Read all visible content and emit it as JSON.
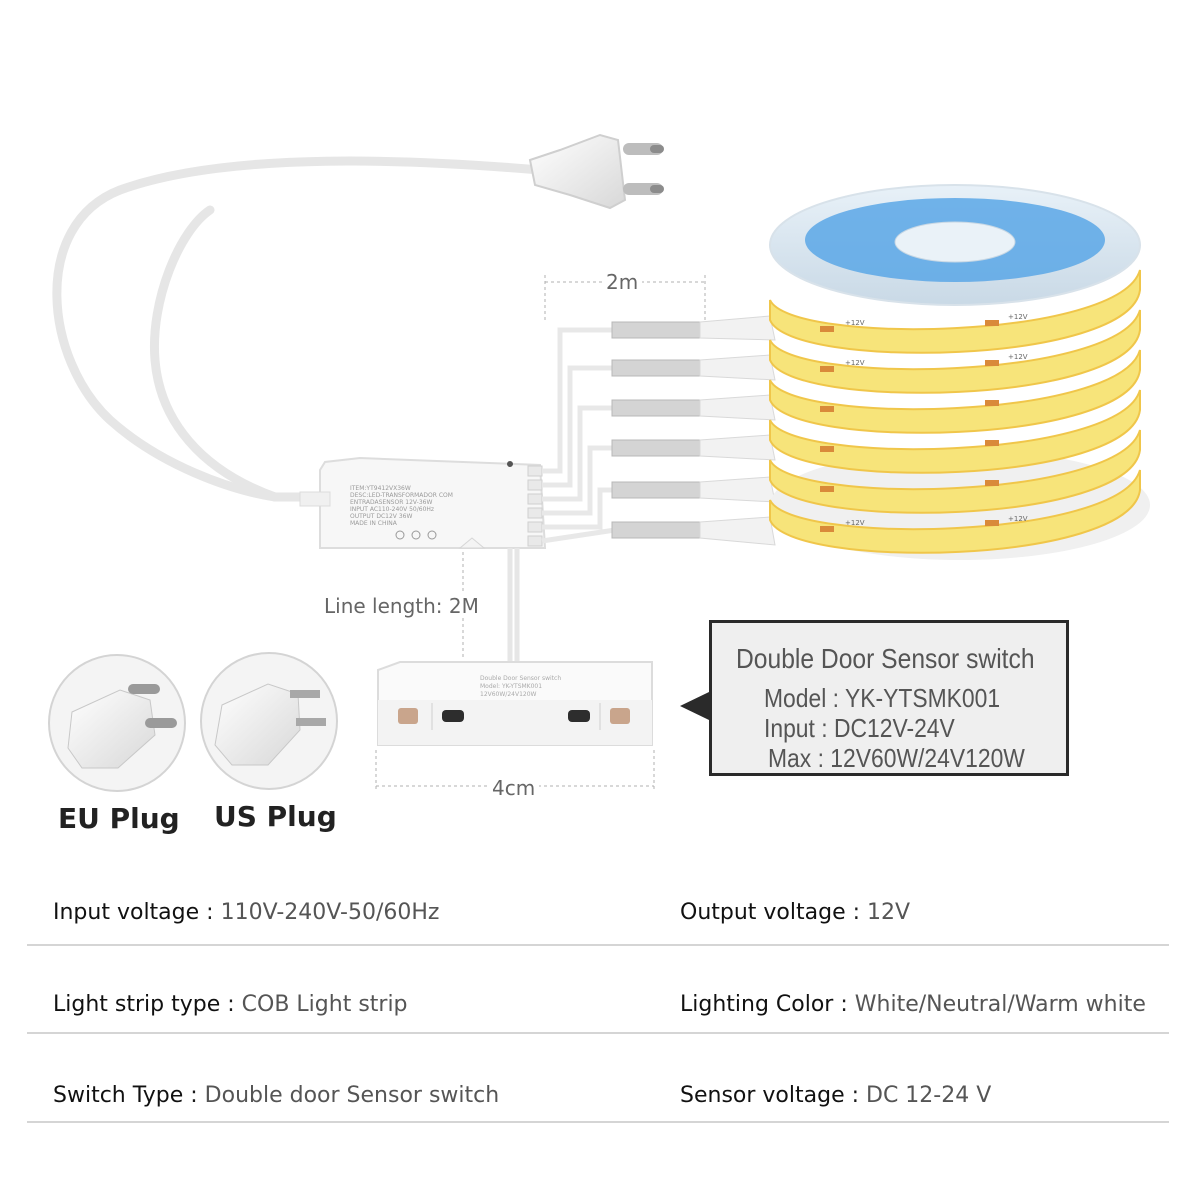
{
  "dimensions": {
    "cable_length": "2m",
    "line_length": "Line length: 2M",
    "sensor_width": "4cm"
  },
  "plugs": {
    "eu_label": "EU Plug",
    "us_label": "US Plug"
  },
  "callout": {
    "title": "Double Door Sensor switch",
    "model": "Model : YK-YTSMK001",
    "input": "Input : DC12V-24V",
    "max": "Max : 12V60W/24V120W"
  },
  "strip_marking": "+12V",
  "specs": [
    {
      "label": "Input voltage",
      "value": "110V-240V-50/60Hz"
    },
    {
      "label": "Output voltage",
      "value": "12V"
    },
    {
      "label": "Light strip type",
      "value": "COB Light strip"
    },
    {
      "label": "Lighting Color",
      "value": "White/Neutral/Warm white"
    },
    {
      "label": "Switch Type",
      "value": "Double door Sensor switch"
    },
    {
      "label": "Sensor voltage",
      "value": "DC 12-24 V"
    }
  ],
  "colors": {
    "strip_yellow": "#f7e47a",
    "strip_edge": "#f0c64a",
    "reel_blue": "#5aa7e6",
    "divider": "#d5d5d5"
  }
}
